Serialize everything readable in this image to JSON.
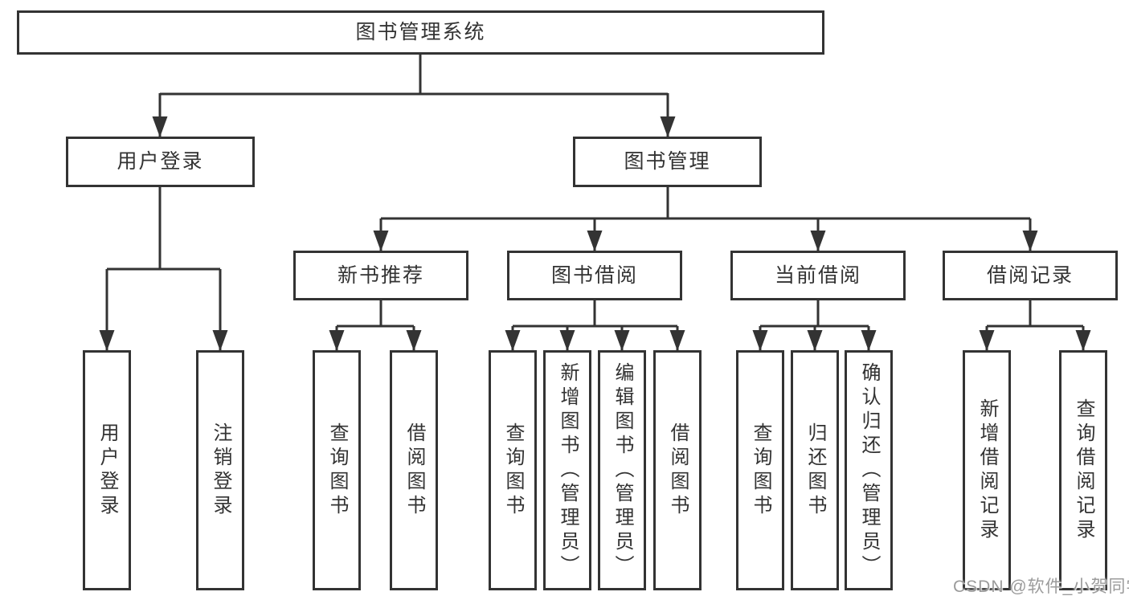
{
  "diagram": {
    "root": {
      "label": "图书管理系统"
    },
    "branches": [
      {
        "label": "用户登录",
        "children": [
          {
            "label": "用户登录"
          },
          {
            "label": "注销登录"
          }
        ]
      },
      {
        "label": "图书管理",
        "children": [
          {
            "label": "新书推荐",
            "children": [
              {
                "label": "查询图书"
              },
              {
                "label": "借阅图书"
              }
            ]
          },
          {
            "label": "图书借阅",
            "children": [
              {
                "label": "查询图书"
              },
              {
                "label": "新增图书（管理员）"
              },
              {
                "label": "编辑图书（管理员）"
              },
              {
                "label": "借阅图书"
              }
            ]
          },
          {
            "label": "当前借阅",
            "children": [
              {
                "label": "查询图书"
              },
              {
                "label": "归还图书"
              },
              {
                "label": "确认归还（管理员）"
              }
            ]
          },
          {
            "label": "借阅记录",
            "children": [
              {
                "label": "新增借阅记录"
              },
              {
                "label": "查询借阅记录"
              }
            ]
          }
        ]
      }
    ]
  },
  "watermark": {
    "text": "CSDN @软件_小贺同学"
  },
  "colors": {
    "line": "#333333",
    "text": "#333333",
    "background": "#ffffff",
    "watermark": "#9b9b9b"
  }
}
